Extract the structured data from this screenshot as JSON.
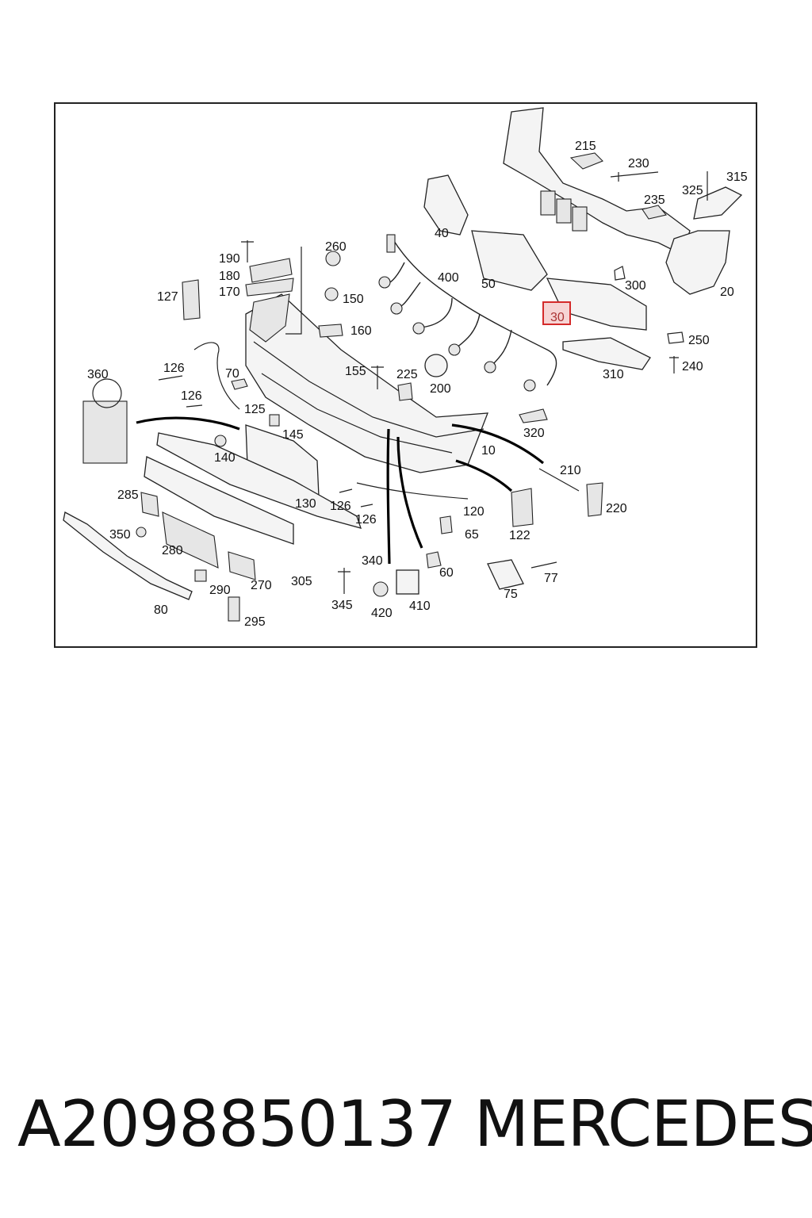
{
  "diagram": {
    "highlighted_part": "30",
    "labels": [
      "215",
      "230",
      "315",
      "325",
      "235",
      "40",
      "50",
      "300",
      "20",
      "30",
      "250",
      "240",
      "310",
      "260",
      "190",
      "180",
      "170",
      "150",
      "160",
      "127",
      "400",
      "155",
      "225",
      "200",
      "360",
      "126",
      "70",
      "125",
      "145",
      "140",
      "10",
      "320",
      "210",
      "220",
      "130",
      "120",
      "65",
      "122",
      "285",
      "350",
      "280",
      "340",
      "305",
      "270",
      "290",
      "80",
      "295",
      "345",
      "420",
      "410",
      "60",
      "75",
      "77"
    ],
    "colors": {
      "highlight_border": "#d42a2a",
      "highlight_fill": "#f6d4d4",
      "line": "#222222"
    }
  },
  "footer": {
    "part_number": "A2098850137",
    "brand": "MERCEDES"
  }
}
